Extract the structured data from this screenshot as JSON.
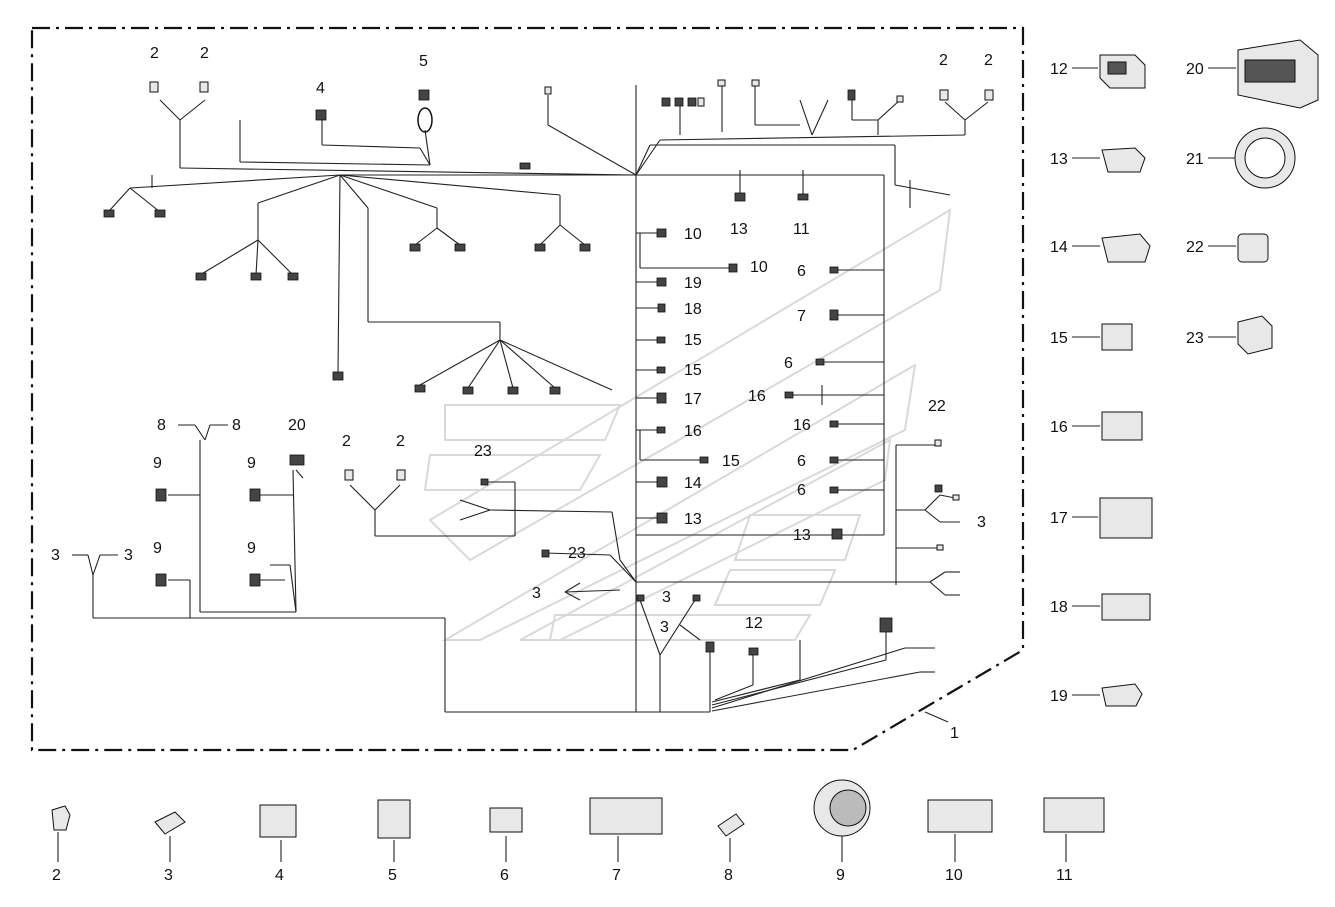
{
  "side_labels": [
    "12",
    "20",
    "13",
    "21",
    "14",
    "22",
    "15",
    "23",
    "16",
    "17",
    "18",
    "19"
  ],
  "bottom_labels": [
    "2",
    "3",
    "4",
    "5",
    "6",
    "7",
    "8",
    "9",
    "10",
    "11"
  ],
  "harness_label": "1",
  "callouts": [
    "2",
    "2",
    "4",
    "5",
    "2",
    "2",
    "13",
    "11",
    "10",
    "10",
    "19",
    "18",
    "15",
    "15",
    "17",
    "16",
    "15",
    "14",
    "13",
    "23",
    "6",
    "7",
    "6",
    "16",
    "16",
    "6",
    "6",
    "22",
    "3",
    "13",
    "8",
    "8",
    "20",
    "9",
    "9",
    "9",
    "9",
    "3",
    "3",
    "2",
    "2",
    "3",
    "3",
    "3",
    "12"
  ]
}
